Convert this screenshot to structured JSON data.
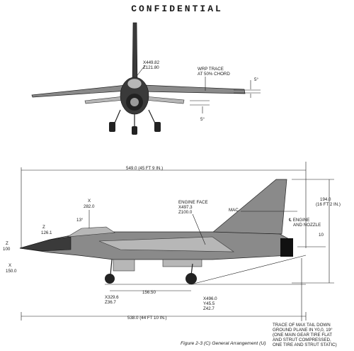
{
  "header": {
    "classification": "CONFIDENTIAL"
  },
  "front_view": {
    "station_line1": "X449.82",
    "station_line2": "Z121.80",
    "wrp_line1": "WRP TRACE",
    "wrp_line2": "AT 50% CHORD",
    "angle_upper": "5°",
    "angle_lower": "5°"
  },
  "side_view": {
    "overall_dim": "549.0 (45 FT 9 IN.)",
    "height_line1": "194.0",
    "height_line2": "(16 FT 2 IN.)",
    "nose_x_line1": "X",
    "nose_x_line2": "282.0",
    "z126": "Z",
    "z126_value": "126.1",
    "angle_13": "13°",
    "z100": "Z",
    "z100_value": "100",
    "x150_line1": "X",
    "x150_line2": "150.0",
    "engine_face_line1": "ENGINE FACE",
    "engine_face_line2": "X497.3",
    "engine_face_line3": "Z100.0",
    "mac": "MAC",
    "engine_cl_line1": "℄ ENGINE",
    "engine_cl_line2": "AND NOZZLE",
    "angle_10": "10",
    "gear_dim": "156.50",
    "nose_gear_line1": "X329.6",
    "nose_gear_line2": "Z36.7",
    "main_gear_line1": "X496.0",
    "main_gear_line2": "Y45.5",
    "main_gear_line3": "Z42.7",
    "ground_dim": "538.0 (44 FT 10 IN.)",
    "trace_line1": "TRACE OF MAX TAIL DOWN",
    "trace_line2": "GROUND PLANE IN Y0,0, 19°",
    "trace_line3": "(ONE MAIN GEAR TIRE FLAT",
    "trace_line4": "AND STRUT COMPRESSED,",
    "trace_line5": "ONE TIRE AND STRUT STATIC)"
  },
  "caption": "Figure 2-3  (C)  General Arrangement  (U)"
}
